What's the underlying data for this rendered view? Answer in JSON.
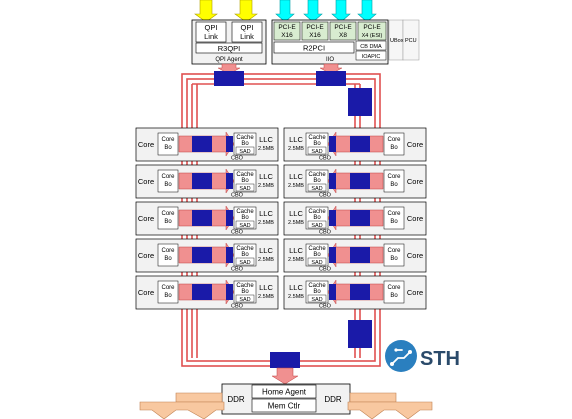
{
  "top": {
    "qpi_links": [
      {
        "line1": "QPI",
        "line2": "Link"
      },
      {
        "line1": "QPI",
        "line2": "Link"
      }
    ],
    "r3qpi": "R3QPI",
    "qpi_agent": "QPI Agent",
    "pcie": [
      {
        "line1": "PCI-E",
        "line2": "X16"
      },
      {
        "line1": "PCI-E",
        "line2": "X16"
      },
      {
        "line1": "PCI-E",
        "line2": "X8"
      },
      {
        "line1": "PCI-E",
        "line2": "X4 (ESI)"
      }
    ],
    "cb_dma": "CB DMA",
    "ioapic": "IOAPIC",
    "r2pci": "R2PCI",
    "iio": "IIO",
    "ubox": "UBox",
    "pcu": "PCU"
  },
  "slice": {
    "core": "Core",
    "bo_line1": "Core",
    "bo_line2": "Bo",
    "cache_bo_line1": "Cache",
    "cache_bo_line2": "Bo",
    "sad": "SAD",
    "cbo": "CBO",
    "llc": "LLC",
    "llc_size": "2.5MB"
  },
  "bottom": {
    "ddr_left": "DDR",
    "ddr_right": "DDR",
    "home_agent": "Home Agent",
    "mem_ctlr": "Mem Ctlr"
  },
  "logo": {
    "text": "STH"
  },
  "colors": {
    "qpi_arrow": "#ffff00",
    "pcie_arrow": "#00ffff",
    "ring": "#e05050",
    "ring_stop": "#1a1aa8",
    "core_arrow": "#f09090",
    "ddr_arrow": "#f8c8a0",
    "logo": "#2a7fbf"
  }
}
